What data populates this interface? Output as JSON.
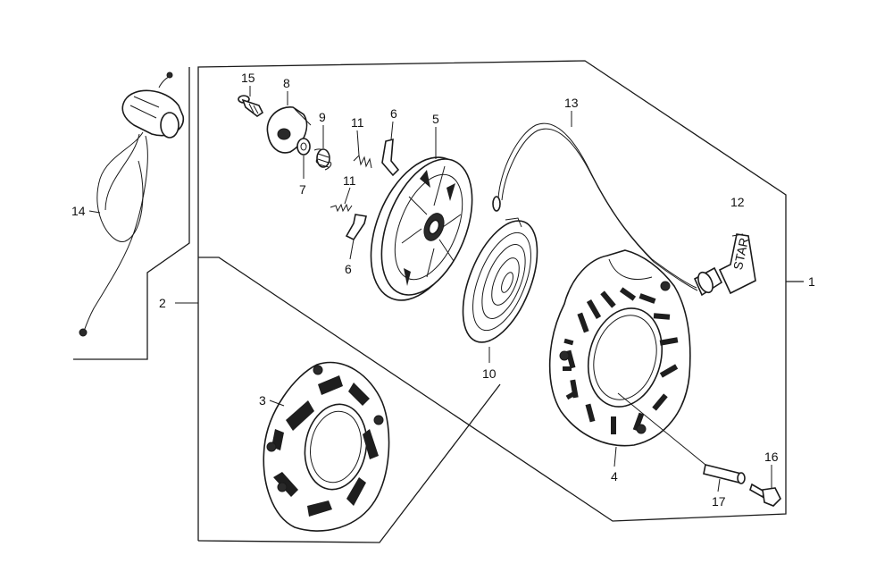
{
  "callouts": {
    "c1": "1",
    "c2": "2",
    "c3": "3",
    "c4": "4",
    "c5": "5",
    "c6a": "6",
    "c6b": "6",
    "c7": "7",
    "c8": "8",
    "c9": "9",
    "c10": "10",
    "c11a": "11",
    "c11b": "11",
    "c12": "12",
    "c13": "13",
    "c14": "14",
    "c15": "15",
    "c16": "16",
    "c17": "17"
  },
  "handle_text": "STAR"
}
